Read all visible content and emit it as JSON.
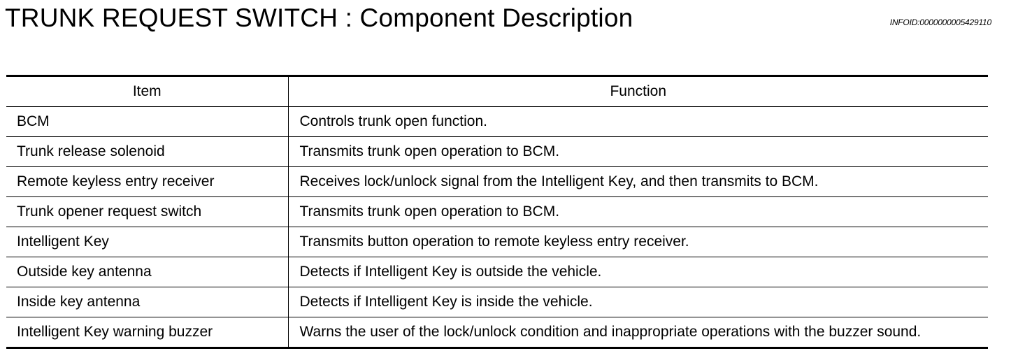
{
  "header": {
    "title": "TRUNK REQUEST SWITCH : Component  Description",
    "info_id": "INFOID:0000000005429110"
  },
  "table": {
    "columns": [
      "Item",
      "Function"
    ],
    "rows": [
      {
        "item": "BCM",
        "function": "Controls trunk open function."
      },
      {
        "item": "Trunk release solenoid",
        "function": "Transmits trunk open operation to BCM."
      },
      {
        "item": "Remote keyless entry receiver",
        "function": "Receives lock/unlock signal from the Intelligent Key, and then transmits to BCM."
      },
      {
        "item": "Trunk opener request switch",
        "function": "Transmits trunk open operation to BCM."
      },
      {
        "item": "Intelligent Key",
        "function": "Transmits button operation to remote keyless entry receiver."
      },
      {
        "item": "Outside key antenna",
        "function": "Detects if Intelligent Key is outside the vehicle."
      },
      {
        "item": "Inside key antenna",
        "function": "Detects if Intelligent Key is inside the vehicle."
      },
      {
        "item": "Intelligent Key warning buzzer",
        "function": "Warns the user of the lock/unlock condition and inappropriate operations with the buzzer sound."
      }
    ]
  }
}
